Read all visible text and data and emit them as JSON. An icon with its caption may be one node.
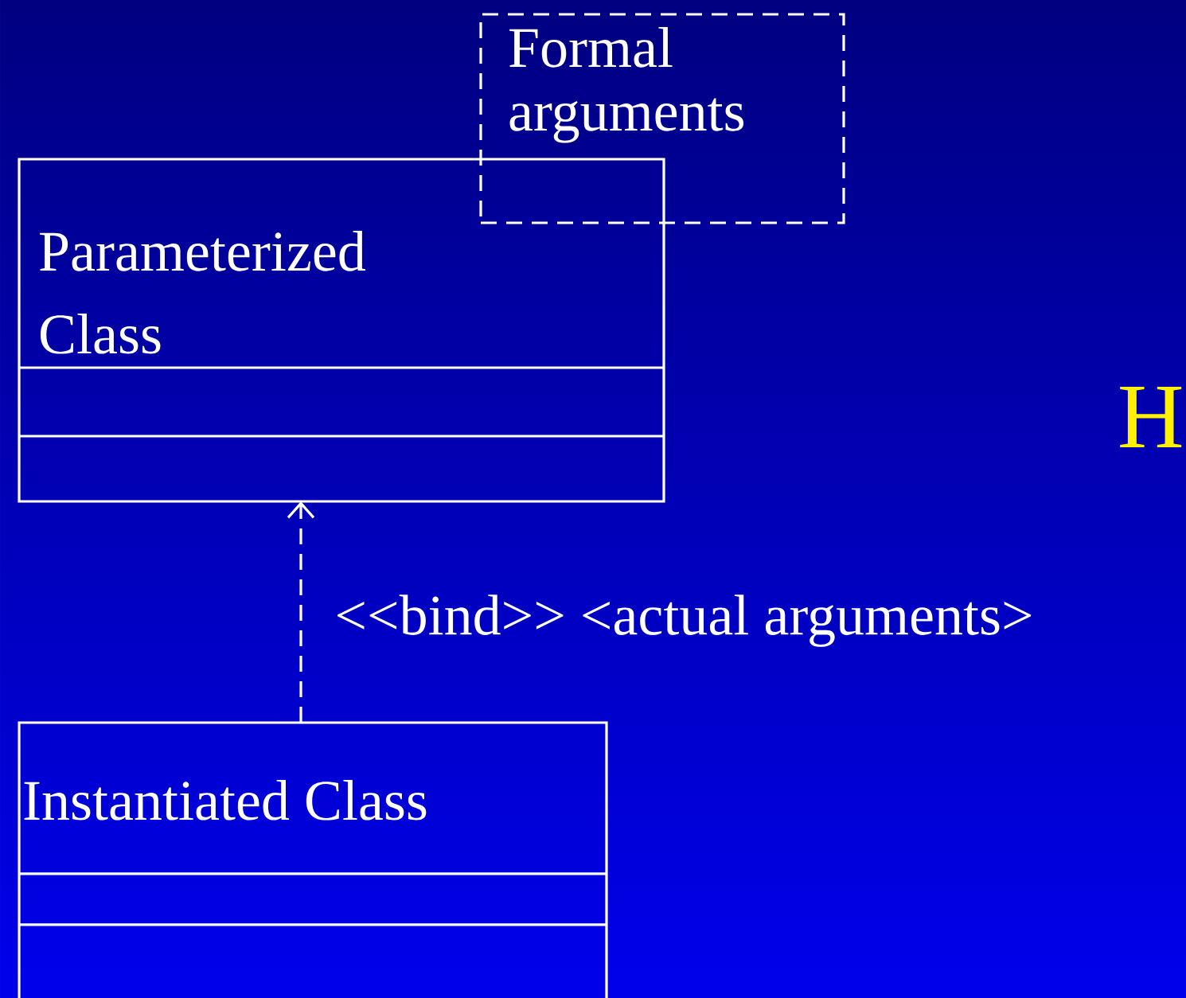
{
  "diagram": {
    "nodes": [
      {
        "text": [
          "Parameterized Class"
        ]
      },
      {
        "text": [
          "Formal arguments"
        ]
      },
      {
        "text": [
          "Instantiated Class"
        ]
      }
    ],
    "edges": [
      {
        "from": 2,
        "to": 0,
        "arrow": "to",
        "style": "dashed",
        "label": "<<bind>> <actual arguments>"
      }
    ],
    "labels": [
      "H"
    ]
  }
}
